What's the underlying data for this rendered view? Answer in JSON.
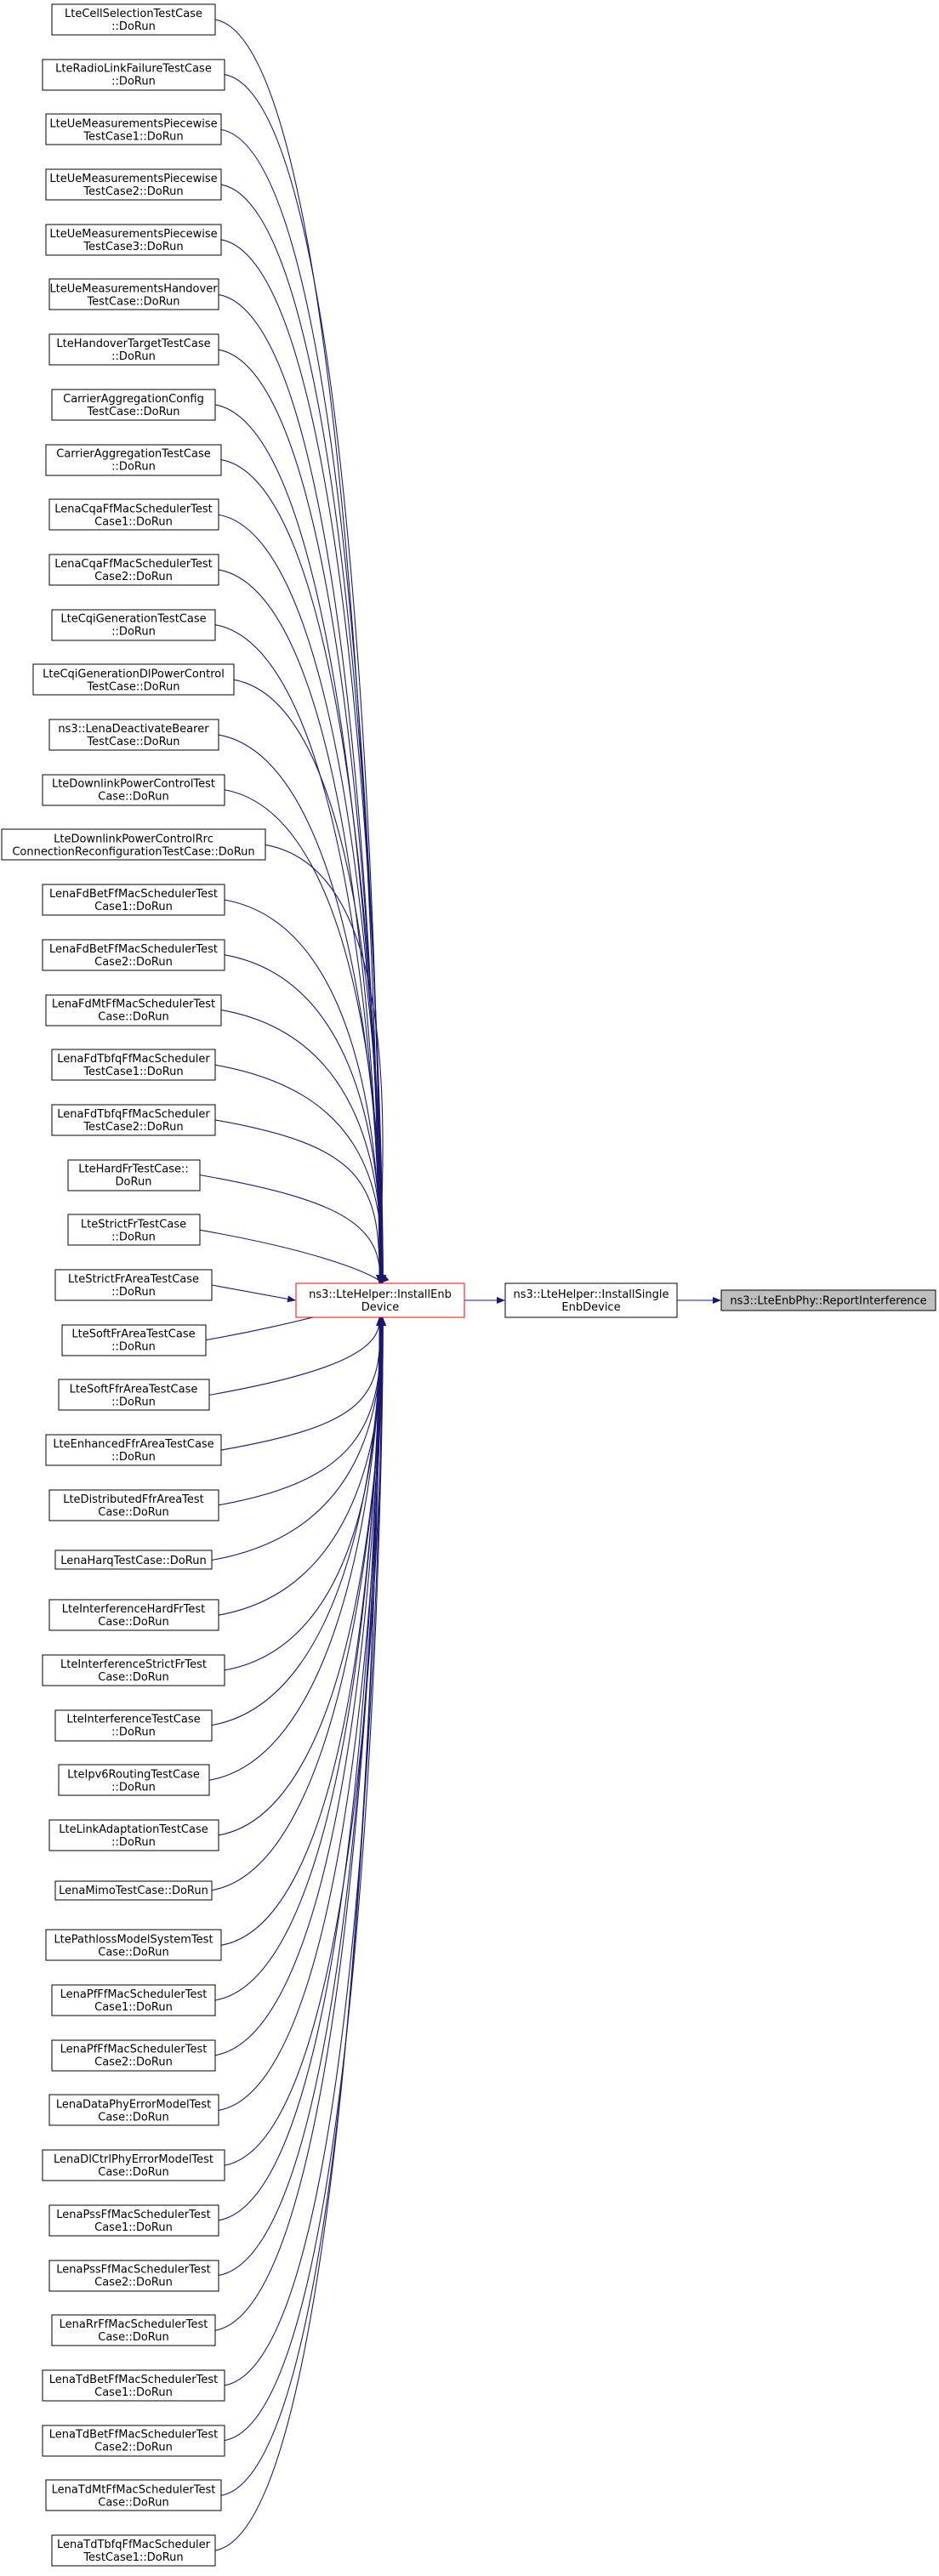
{
  "colors": {
    "edge": "#191970",
    "node_border": "#000000",
    "highlight_border": "#ff0000",
    "root_fill": "#bfbfbf",
    "node_fill": "#ffffff"
  },
  "callers": [
    [
      "LteCellSelectionTestCase",
      "::DoRun"
    ],
    [
      "LteRadioLinkFailureTestCase",
      "::DoRun"
    ],
    [
      "LteUeMeasurementsPiecewise",
      "TestCase1::DoRun"
    ],
    [
      "LteUeMeasurementsPiecewise",
      "TestCase2::DoRun"
    ],
    [
      "LteUeMeasurementsPiecewise",
      "TestCase3::DoRun"
    ],
    [
      "LteUeMeasurementsHandover",
      "TestCase::DoRun"
    ],
    [
      "LteHandoverTargetTestCase",
      "::DoRun"
    ],
    [
      "CarrierAggregationConfig",
      "TestCase::DoRun"
    ],
    [
      "CarrierAggregationTestCase",
      "::DoRun"
    ],
    [
      "LenaCqaFfMacSchedulerTest",
      "Case1::DoRun"
    ],
    [
      "LenaCqaFfMacSchedulerTest",
      "Case2::DoRun"
    ],
    [
      "LteCqiGenerationTestCase",
      "::DoRun"
    ],
    [
      "LteCqiGenerationDlPowerControl",
      "TestCase::DoRun"
    ],
    [
      "ns3::LenaDeactivateBearer",
      "TestCase::DoRun"
    ],
    [
      "LteDownlinkPowerControlTest",
      "Case::DoRun"
    ],
    [
      "LteDownlinkPowerControlRrc",
      "ConnectionReconfigurationTestCase::DoRun"
    ],
    [
      "LenaFdBetFfMacSchedulerTest",
      "Case1::DoRun"
    ],
    [
      "LenaFdBetFfMacSchedulerTest",
      "Case2::DoRun"
    ],
    [
      "LenaFdMtFfMacSchedulerTest",
      "Case::DoRun"
    ],
    [
      "LenaFdTbfqFfMacScheduler",
      "TestCase1::DoRun"
    ],
    [
      "LenaFdTbfqFfMacScheduler",
      "TestCase2::DoRun"
    ],
    [
      "LteHardFrTestCase::",
      "DoRun"
    ],
    [
      "LteStrictFrTestCase",
      "::DoRun"
    ],
    [
      "LteStrictFrAreaTestCase",
      "::DoRun"
    ],
    [
      "LteSoftFrAreaTestCase",
      "::DoRun"
    ],
    [
      "LteSoftFfrAreaTestCase",
      "::DoRun"
    ],
    [
      "LteEnhancedFfrAreaTestCase",
      "::DoRun"
    ],
    [
      "LteDistributedFfrAreaTest",
      "Case::DoRun"
    ],
    [
      "LenaHarqTestCase::DoRun"
    ],
    [
      "LteInterferenceHardFrTest",
      "Case::DoRun"
    ],
    [
      "LteInterferenceStrictFrTest",
      "Case::DoRun"
    ],
    [
      "LteInterferenceTestCase",
      "::DoRun"
    ],
    [
      "LteIpv6RoutingTestCase",
      "::DoRun"
    ],
    [
      "LteLinkAdaptationTestCase",
      "::DoRun"
    ],
    [
      "LenaMimoTestCase::DoRun"
    ],
    [
      "LtePathlossModelSystemTest",
      "Case::DoRun"
    ],
    [
      "LenaPfFfMacSchedulerTest",
      "Case1::DoRun"
    ],
    [
      "LenaPfFfMacSchedulerTest",
      "Case2::DoRun"
    ],
    [
      "LenaDataPhyErrorModelTest",
      "Case::DoRun"
    ],
    [
      "LenaDlCtrlPhyErrorModelTest",
      "Case::DoRun"
    ],
    [
      "LenaPssFfMacSchedulerTest",
      "Case1::DoRun"
    ],
    [
      "LenaPssFfMacSchedulerTest",
      "Case2::DoRun"
    ],
    [
      "LenaRrFfMacSchedulerTest",
      "Case::DoRun"
    ],
    [
      "LenaTdBetFfMacSchedulerTest",
      "Case1::DoRun"
    ],
    [
      "LenaTdBetFfMacSchedulerTest",
      "Case2::DoRun"
    ],
    [
      "LenaTdMtFfMacSchedulerTest",
      "Case::DoRun"
    ],
    [
      "LenaTdTbfqFfMacScheduler",
      "TestCase1::DoRun"
    ]
  ],
  "install_enb_device": [
    "ns3::LteHelper::InstallEnb",
    "Device"
  ],
  "install_single_enb_device": [
    "ns3::LteHelper::InstallSingle",
    "EnbDevice"
  ],
  "root": [
    "ns3::LteEnbPhy::ReportInterference"
  ]
}
